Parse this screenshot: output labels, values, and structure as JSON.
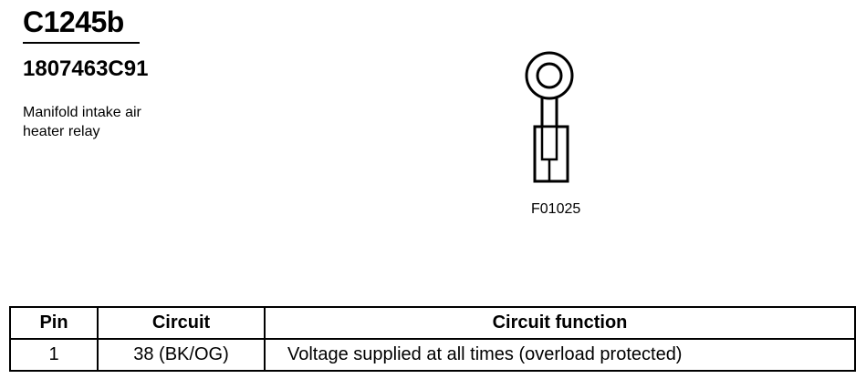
{
  "connector": {
    "id": "C1245b",
    "part_number": "1807463C91",
    "description_lines": [
      "Manifold intake air",
      "heater relay"
    ]
  },
  "figure": {
    "code": "F01025",
    "icon": "ring-terminal-icon"
  },
  "table": {
    "headers": {
      "pin": "Pin",
      "circuit": "Circuit",
      "function": "Circuit function"
    },
    "rows": [
      {
        "pin": "1",
        "circuit": "38 (BK/OG)",
        "function": "Voltage supplied at all times (overload protected)"
      }
    ]
  }
}
